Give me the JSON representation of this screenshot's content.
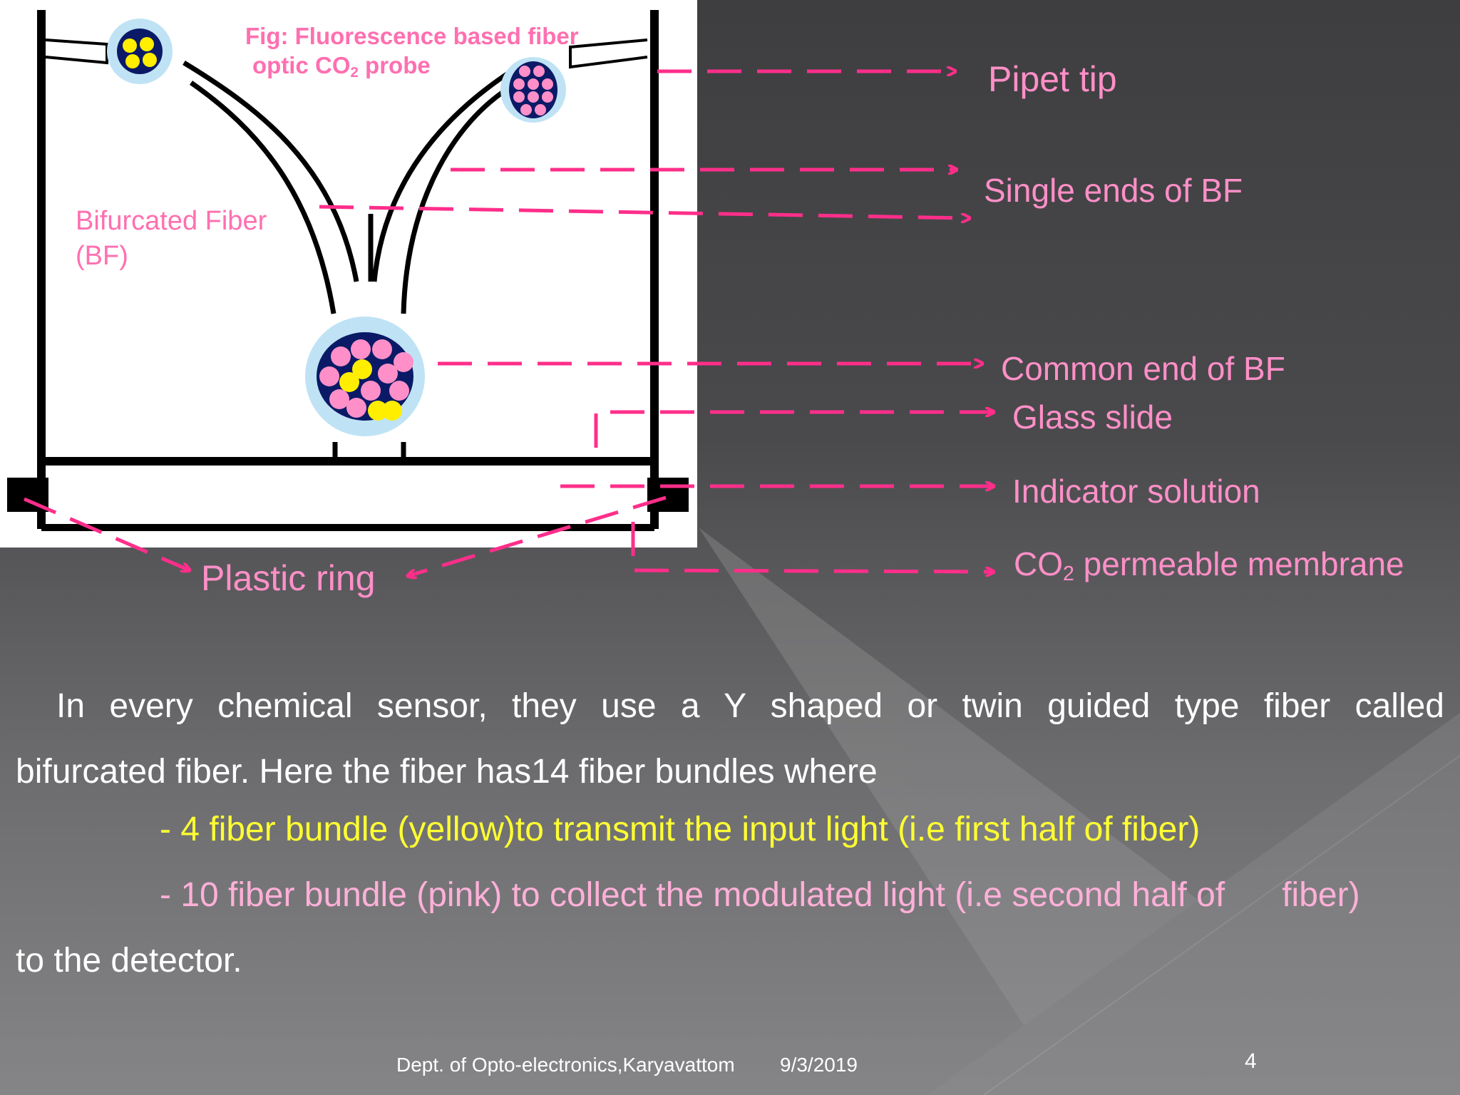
{
  "figure": {
    "title_line1": "Fig: Fluorescence based fiber",
    "title_line2_prefix": "optic CO",
    "title_line2_sub": "2",
    "title_line2_suffix": " probe",
    "bf_label_line1": "Bifurcated Fiber",
    "bf_label_line2": "(BF)"
  },
  "callouts": {
    "pipet_tip": "Pipet tip",
    "single_ends": "Single ends of BF",
    "common_end": "Common end of BF",
    "glass_slide": "Glass slide",
    "indicator_solution": "Indicator solution",
    "membrane_prefix": "CO",
    "membrane_sub": "2",
    "membrane_suffix": " permeable membrane",
    "plastic_ring": "Plastic ring"
  },
  "body": {
    "line1": "In every chemical sensor, they use a Y shaped or twin guided type fiber  called",
    "line2": "bifurcated fiber. Here the fiber has14 fiber bundles where",
    "bullet1": "- 4 fiber bundle (yellow)to transmit the input light (i.e first half of fiber)",
    "bullet2": "- 10 fiber bundle (pink) to collect the modulated light (i.e second half of      fiber)",
    "line5": "to the detector."
  },
  "footer": {
    "dept": "Dept. of Opto-electronics,Karyavattom",
    "date": "9/3/2019",
    "page": "4"
  },
  "colors": {
    "accent_pink": "#ff2e8a",
    "label_pink": "#ff8fc8",
    "bullet_yellow": "#ffff33",
    "bullet_pink": "#ffb0d8"
  }
}
